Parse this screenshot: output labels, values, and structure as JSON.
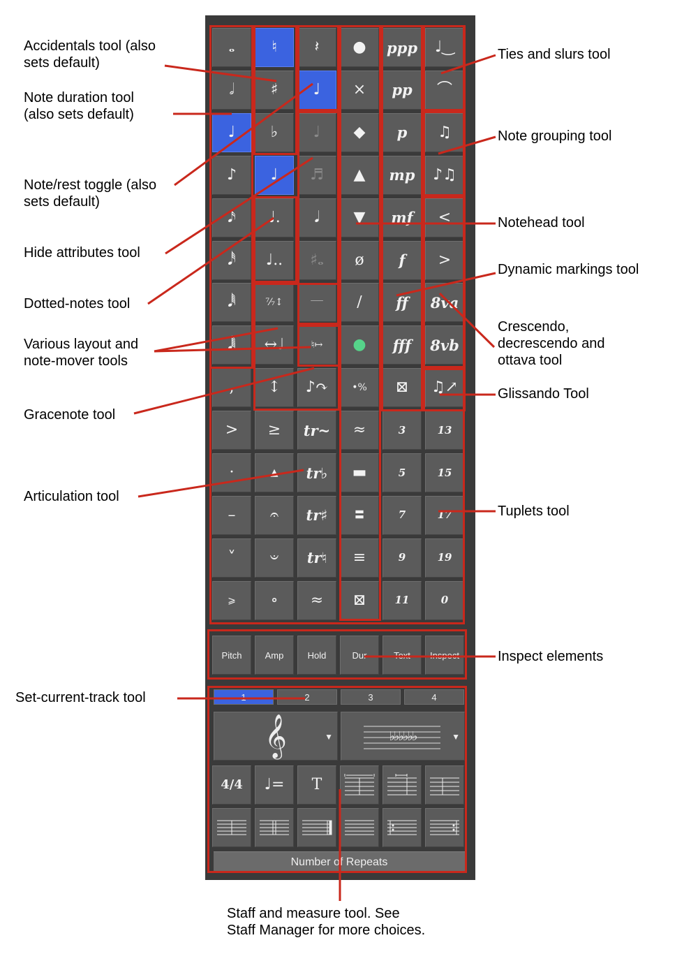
{
  "grid": {
    "rows": [
      [
        {
          "g": "𝅝",
          "sel": false,
          "name": "whole-note-icon"
        },
        {
          "g": "♮",
          "sel": true,
          "name": "natural-icon"
        },
        {
          "g": "𝄽",
          "sel": false,
          "name": "quarter-rest-icon"
        },
        {
          "g": "●",
          "sel": false,
          "name": "notehead-normal-icon"
        },
        {
          "g": "ppp",
          "dyn": true,
          "sel": false,
          "name": "dynamic-ppp"
        },
        {
          "g": "♩‿",
          "sel": false,
          "name": "tie-icon"
        }
      ],
      [
        {
          "g": "𝅗𝅥",
          "sel": false,
          "name": "half-note-icon"
        },
        {
          "g": "♯",
          "sel": false,
          "name": "sharp-icon"
        },
        {
          "g": "♩",
          "sel": true,
          "name": "note-toggle-icon"
        },
        {
          "g": "×",
          "sel": false,
          "name": "notehead-x-icon"
        },
        {
          "g": "pp",
          "dyn": true,
          "sel": false,
          "name": "dynamic-pp"
        },
        {
          "g": "⌒",
          "sel": false,
          "name": "slur-icon"
        }
      ],
      [
        {
          "g": "♩",
          "sel": true,
          "name": "quarter-note-icon"
        },
        {
          "g": "♭",
          "sel": false,
          "name": "flat-icon"
        },
        {
          "g": "♩",
          "dim": true,
          "sel": false,
          "name": "hidden-note-icon"
        },
        {
          "g": "◆",
          "sel": false,
          "name": "notehead-diamond-icon"
        },
        {
          "g": "p",
          "dyn": true,
          "sel": false,
          "name": "dynamic-p"
        },
        {
          "g": "♫",
          "sel": false,
          "name": "beam-group-icon"
        }
      ],
      [
        {
          "g": "♪",
          "sel": false,
          "name": "eighth-note-icon"
        },
        {
          "g": "♩",
          "sel": true,
          "name": "dot-none-icon"
        },
        {
          "g": "♬",
          "dim": true,
          "sel": false,
          "name": "hidden-beam-icon"
        },
        {
          "g": "▲",
          "sel": false,
          "name": "notehead-triangle-icon"
        },
        {
          "g": "mp",
          "dyn": true,
          "sel": false,
          "name": "dynamic-mp"
        },
        {
          "g": "♪♫",
          "sel": false,
          "name": "beam-break-icon"
        }
      ],
      [
        {
          "g": "𝅘𝅥𝅯",
          "sel": false,
          "name": "sixteenth-note-icon"
        },
        {
          "g": "♩.",
          "sel": false,
          "name": "dotted-note-icon"
        },
        {
          "g": "𝅘𝅥",
          "sel": false,
          "name": "hidden-stem-icon"
        },
        {
          "g": "▼",
          "sel": false,
          "name": "notehead-inverted-triangle-icon"
        },
        {
          "g": "mf",
          "dyn": true,
          "sel": false,
          "name": "dynamic-mf"
        },
        {
          "g": "<",
          "sel": false,
          "name": "crescendo-icon"
        }
      ],
      [
        {
          "g": "𝅘𝅥𝅰",
          "sel": false,
          "name": "thirty-second-note-icon"
        },
        {
          "g": "♩..",
          "sel": false,
          "name": "double-dotted-note-icon"
        },
        {
          "g": "♯𝅝",
          "dim": true,
          "sel": false,
          "name": "hidden-accidental-icon"
        },
        {
          "g": "ø",
          "sel": false,
          "name": "notehead-slash-circle-icon"
        },
        {
          "g": "f",
          "dyn": true,
          "sel": false,
          "name": "dynamic-f"
        },
        {
          "g": ">",
          "sel": false,
          "name": "decrescendo-icon"
        }
      ],
      [
        {
          "g": "𝅘𝅥𝅱",
          "sel": false,
          "name": "sixty-fourth-note-icon"
        },
        {
          "g": "⁷⁄₇↕",
          "sm": true,
          "sel": false,
          "name": "layout-flip-icon"
        },
        {
          "g": "𝄖",
          "sel": false,
          "name": "hidden-staff-icon"
        },
        {
          "g": "∕",
          "sel": false,
          "name": "notehead-slash-icon"
        },
        {
          "g": "ff",
          "dyn": true,
          "sel": false,
          "name": "dynamic-ff"
        },
        {
          "g": "8va",
          "dyn": true,
          "sel": false,
          "name": "ottava-up-icon"
        }
      ],
      [
        {
          "g": "𝅘𝅥𝅲",
          "sel": false,
          "name": "hundred-twenty-eighth-note-icon"
        },
        {
          "g": "↔♩",
          "sel": false,
          "name": "note-mover-horizontal-icon"
        },
        {
          "g": "♮↦",
          "sm": true,
          "sel": false,
          "name": "note-mover-spacing-icon"
        },
        {
          "g": "●",
          "green": true,
          "sel": false,
          "name": "notehead-color-icon"
        },
        {
          "g": "fff",
          "dyn": true,
          "sel": false,
          "name": "dynamic-fff"
        },
        {
          "g": "8vb",
          "dyn": true,
          "sel": false,
          "name": "ottava-down-icon"
        }
      ],
      [
        {
          "g": ",",
          "sel": false,
          "name": "grace-note-icon"
        },
        {
          "g": "↕",
          "sel": false,
          "name": "note-mover-vertical-icon"
        },
        {
          "g": "♪↷",
          "sel": false,
          "name": "grace-slash-icon"
        },
        {
          "g": "•%",
          "sm": true,
          "sel": false,
          "name": "notehead-percent-icon"
        },
        {
          "g": "⊠",
          "sel": false,
          "name": "dynamic-clear-icon"
        },
        {
          "g": "♫↗",
          "sel": false,
          "name": "glissando-icon"
        }
      ],
      [
        {
          "g": ">",
          "sel": false,
          "name": "accent-icon"
        },
        {
          "g": "≥",
          "sel": false,
          "name": "marcato-icon"
        },
        {
          "g": "tr~",
          "dyn": true,
          "sel": false,
          "name": "trill-icon"
        },
        {
          "g": "≈",
          "sel": false,
          "name": "mordent-icon"
        },
        {
          "g": "3",
          "num": true,
          "sel": false,
          "name": "tuplet-3"
        },
        {
          "g": "13",
          "num": true,
          "sel": false,
          "name": "tuplet-13"
        }
      ],
      [
        {
          "g": "·",
          "sel": false,
          "name": "staccato-icon"
        },
        {
          "g": "▴",
          "sel": false,
          "name": "staccatissimo-icon"
        },
        {
          "g": "tr♭",
          "dyn": true,
          "sel": false,
          "name": "trill-flat-icon"
        },
        {
          "g": "▬",
          "sel": false,
          "name": "tremolo-1-icon"
        },
        {
          "g": "5",
          "num": true,
          "sel": false,
          "name": "tuplet-5"
        },
        {
          "g": "15",
          "num": true,
          "sel": false,
          "name": "tuplet-15"
        }
      ],
      [
        {
          "g": "–",
          "sel": false,
          "name": "tenuto-icon"
        },
        {
          "g": "𝄐",
          "sel": false,
          "name": "fermata-icon"
        },
        {
          "g": "tr♯",
          "dyn": true,
          "sel": false,
          "name": "trill-sharp-icon"
        },
        {
          "g": "〓",
          "sm": true,
          "sel": false,
          "name": "tremolo-2-icon"
        },
        {
          "g": "7",
          "num": true,
          "sel": false,
          "name": "tuplet-7"
        },
        {
          "g": "17",
          "num": true,
          "sel": false,
          "name": "tuplet-17"
        }
      ],
      [
        {
          "g": "˅",
          "sel": false,
          "name": "bow-up-icon"
        },
        {
          "g": "𝄑",
          "sel": false,
          "name": "fermata-below-icon"
        },
        {
          "g": "tr♮",
          "dyn": true,
          "sel": false,
          "name": "trill-natural-icon"
        },
        {
          "g": "≡",
          "sel": false,
          "name": "tremolo-3-icon"
        },
        {
          "g": "9",
          "num": true,
          "sel": false,
          "name": "tuplet-9"
        },
        {
          "g": "19",
          "num": true,
          "sel": false,
          "name": "tuplet-19"
        }
      ],
      [
        {
          "g": "⩾",
          "sm": true,
          "sel": false,
          "name": "accent-staccato-icon"
        },
        {
          "g": "∘",
          "sel": false,
          "name": "harmonic-icon"
        },
        {
          "g": "≈",
          "sel": false,
          "name": "inverted-mordent-icon"
        },
        {
          "g": "⊠",
          "sel": false,
          "name": "articulation-clear-icon"
        },
        {
          "g": "11",
          "num": true,
          "sel": false,
          "name": "tuplet-11"
        },
        {
          "g": "0",
          "num": true,
          "sel": false,
          "name": "tuplet-0"
        }
      ]
    ]
  },
  "inspect_buttons": [
    "Pitch",
    "Amp",
    "Hold",
    "Dur",
    "Text",
    "Inspect"
  ],
  "tracks": [
    {
      "label": "1",
      "sel": true
    },
    {
      "label": "2",
      "sel": false
    },
    {
      "label": "3",
      "sel": false
    },
    {
      "label": "4",
      "sel": false
    }
  ],
  "staff": {
    "clef_glyph": "𝄞",
    "key_glyph": "♭♭♭♭♭♭",
    "row1": [
      {
        "g": "4/4",
        "name": "time-signature-icon"
      },
      {
        "g": "♩=",
        "name": "tempo-icon"
      },
      {
        "g": "T",
        "name": "text-tool-icon"
      },
      {
        "g": "",
        "name": "measure-width-icon"
      },
      {
        "g": "",
        "name": "measure-narrow-icon"
      },
      {
        "g": "",
        "name": "staff-join-icon"
      }
    ],
    "repeats_label": "Number of Repeats"
  },
  "labels": {
    "accidentals": "Accidentals tool (also\nsets default)",
    "duration": "Note duration tool\n(also sets default)",
    "toggle": "Note/rest toggle (also\nsets default)",
    "hide": "Hide attributes tool",
    "dotted": "Dotted-notes tool",
    "layout": "Various layout and\nnote-mover tools",
    "grace": "Gracenote tool",
    "articulation": "Articulation tool",
    "track": "Set-current-track tool",
    "ties": "Ties and slurs tool",
    "grouping": "Note grouping tool",
    "notehead": "Notehead tool",
    "dynamics": "Dynamic markings tool",
    "crescendo": "Crescendo,\ndecrescendo and\nottava tool",
    "glissando": "Glissando Tool",
    "tuplets": "Tuplets tool",
    "inspect": "Inspect elements",
    "staff": "Staff and measure tool. See\nStaff Manager for more choices."
  },
  "colors": {
    "accent": "#c9281c",
    "selected": "#3b63e0",
    "panel": "#3a3a3a",
    "cell": "#5b5b5b"
  }
}
